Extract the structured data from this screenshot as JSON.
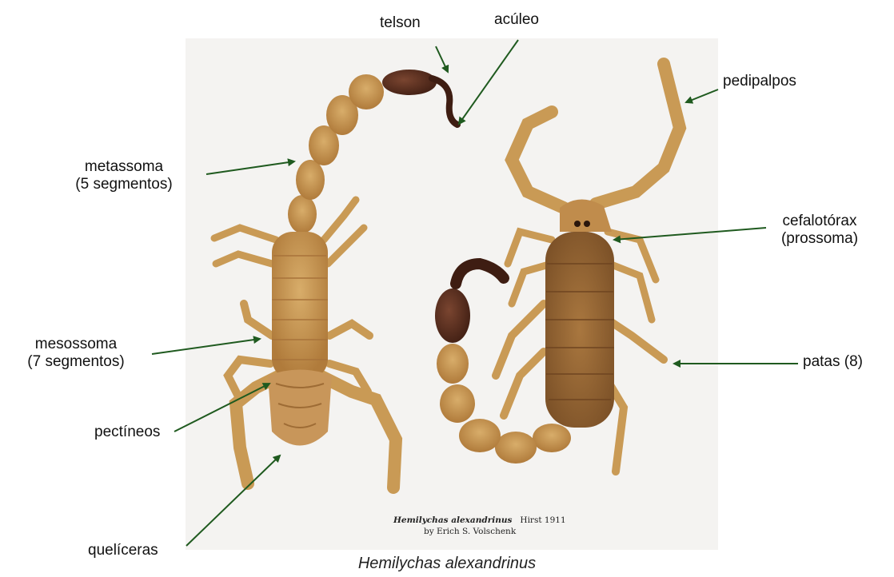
{
  "labels": {
    "telson": "telson",
    "aculeo": "acúleo",
    "pedipalpos": "pedipalpos",
    "metassoma_line1": "metassoma",
    "metassoma_line2": "(5 segmentos)",
    "cefalotorax_line1": "cefalotórax",
    "cefalotorax_line2": "(prossoma)",
    "mesossoma_line1": "mesossoma",
    "mesossoma_line2": "(7 segmentos)",
    "patas": "patas (8)",
    "pectineos": "pectíneos",
    "queliceras": "quelíceras"
  },
  "photo_credit": {
    "species": "Hemilychas alexandrinus",
    "author_year": "Hirst 1911",
    "byline": "by Erich S. Volschenk"
  },
  "caption": "Hemilychas alexandrinus",
  "colors": {
    "arrow": "#1f5a1f",
    "body_light": "#c99a55",
    "body_mid": "#b3803f",
    "body_dark": "#5a2e1c",
    "background": "#f4f3f1"
  }
}
